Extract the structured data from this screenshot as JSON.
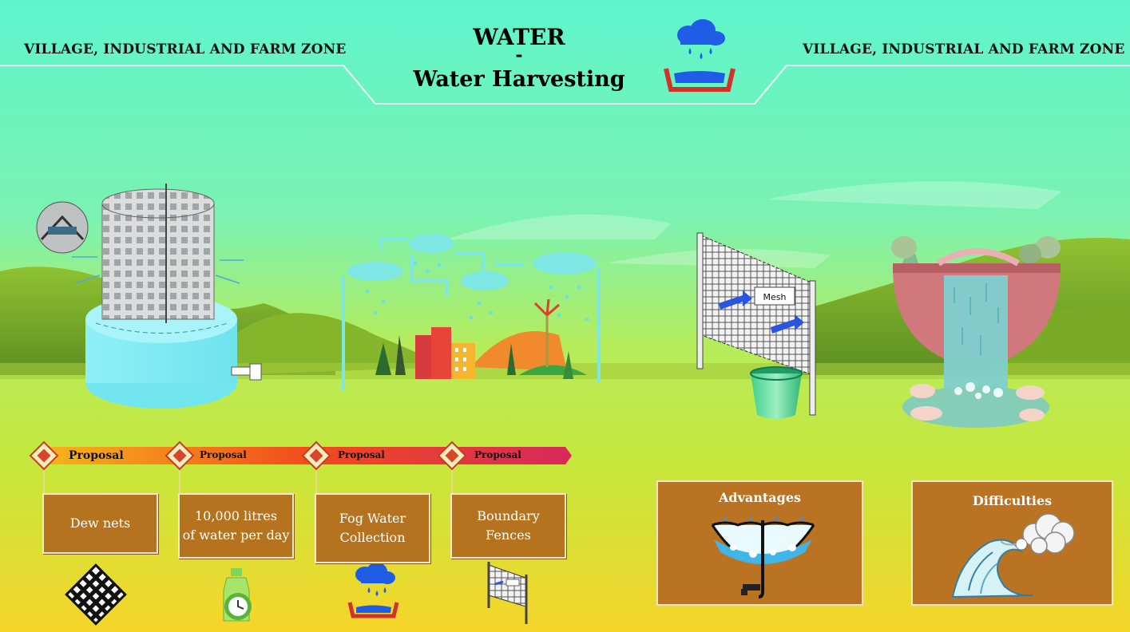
{
  "header": {
    "zone_left": "VILLAGE, INDUSTRIAL AND FARM ZONE",
    "zone_right": "VILLAGE, INDUSTRIAL AND FARM ZONE",
    "title": "WATER",
    "dash": "-",
    "subtitle": "Water Harvesting",
    "icon": "rain-cloud-basin-icon"
  },
  "timeline": {
    "items": [
      {
        "tag": "Proposal",
        "card": "Dew nets",
        "icon": "net-mesh-icon"
      },
      {
        "tag": "Proposal",
        "card": "10,000 litres\nof water per day",
        "icon": "water-bottle-clock-icon"
      },
      {
        "tag": "Proposal",
        "card": "Fog Water\nCollection",
        "icon": "rain-cloud-basin-icon"
      },
      {
        "tag": "Proposal",
        "card": "Boundary\nFences",
        "icon": "fog-net-fence-icon"
      }
    ]
  },
  "panels": {
    "advantages": {
      "title": "Advantages",
      "icon": "umbrella-collector-icon"
    },
    "difficulties": {
      "title": "Difficulties",
      "icon": "wave-cloud-icon"
    }
  },
  "scene": {
    "net_sign": "Mesh"
  },
  "colors": {
    "sky_top": "#5ef5cb",
    "sky_bottom": "#c4ec3b",
    "ground_bottom": "#f8d32a",
    "card_brown": "#b6731f",
    "water_blue": "#7ff0f0",
    "drop_blue": "#1f5de6",
    "basin_red": "#d3322b"
  }
}
